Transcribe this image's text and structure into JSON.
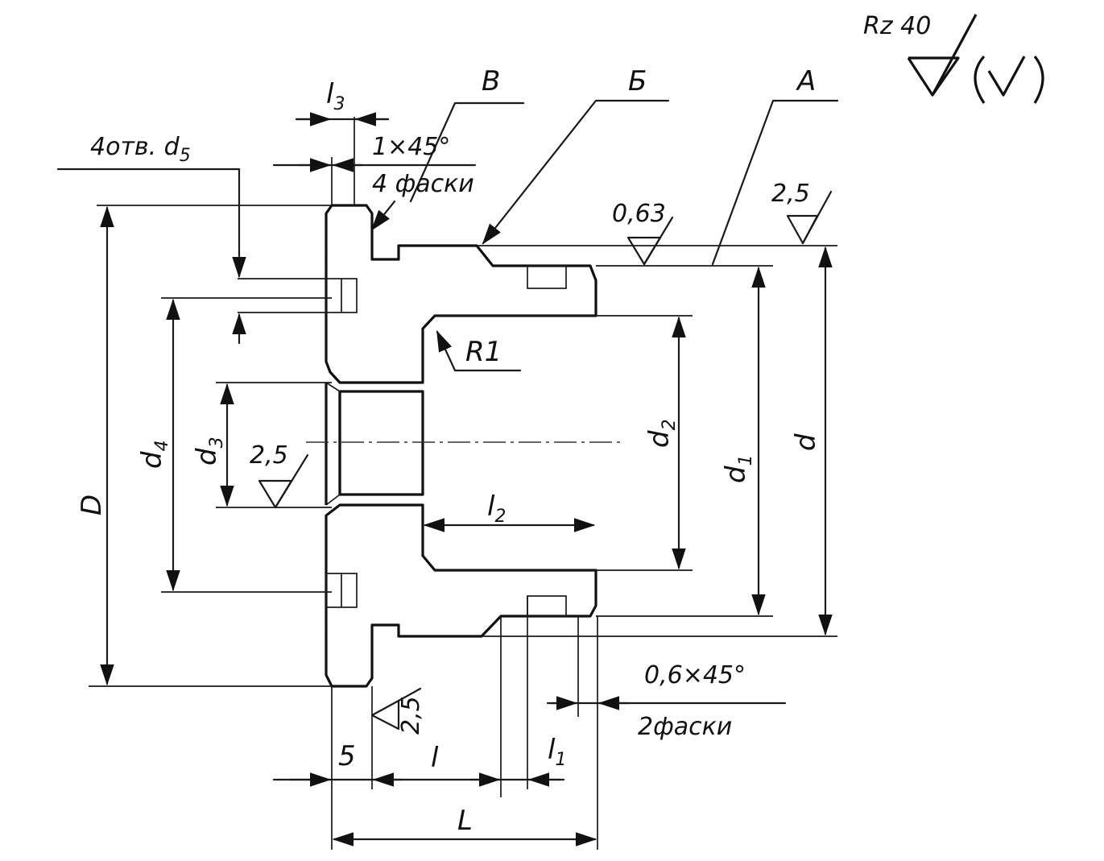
{
  "drawing": {
    "general_roughness": {
      "label": "Rz 40"
    },
    "labels": {
      "l3": "l",
      "l3_sub": "3",
      "view_v": "В",
      "view_b": "Б",
      "view_a": "А",
      "holes": "4отв. d",
      "holes_sub": "5",
      "chamfer_top": "1×45°",
      "chamfer_top_note": "4 фаски",
      "rough_063": "0,63",
      "rough_25_top": "2,5",
      "rough_25_bore": "2,5",
      "rough_25_face": "2,5",
      "radius": "R1",
      "D": "D",
      "d4": "d",
      "d4_sub": "4",
      "d3": "d",
      "d3_sub": "3",
      "d2": "d",
      "d2_sub": "2",
      "d1": "d",
      "d1_sub": "1",
      "d": "d",
      "l2": "l",
      "l2_sub": "2",
      "chamfer_bottom": "0,6×45°",
      "chamfer_bottom_note": "2фаски",
      "dim_5": "5",
      "l": "l",
      "l1": "l",
      "l1_sub": "1",
      "L": "L"
    }
  }
}
